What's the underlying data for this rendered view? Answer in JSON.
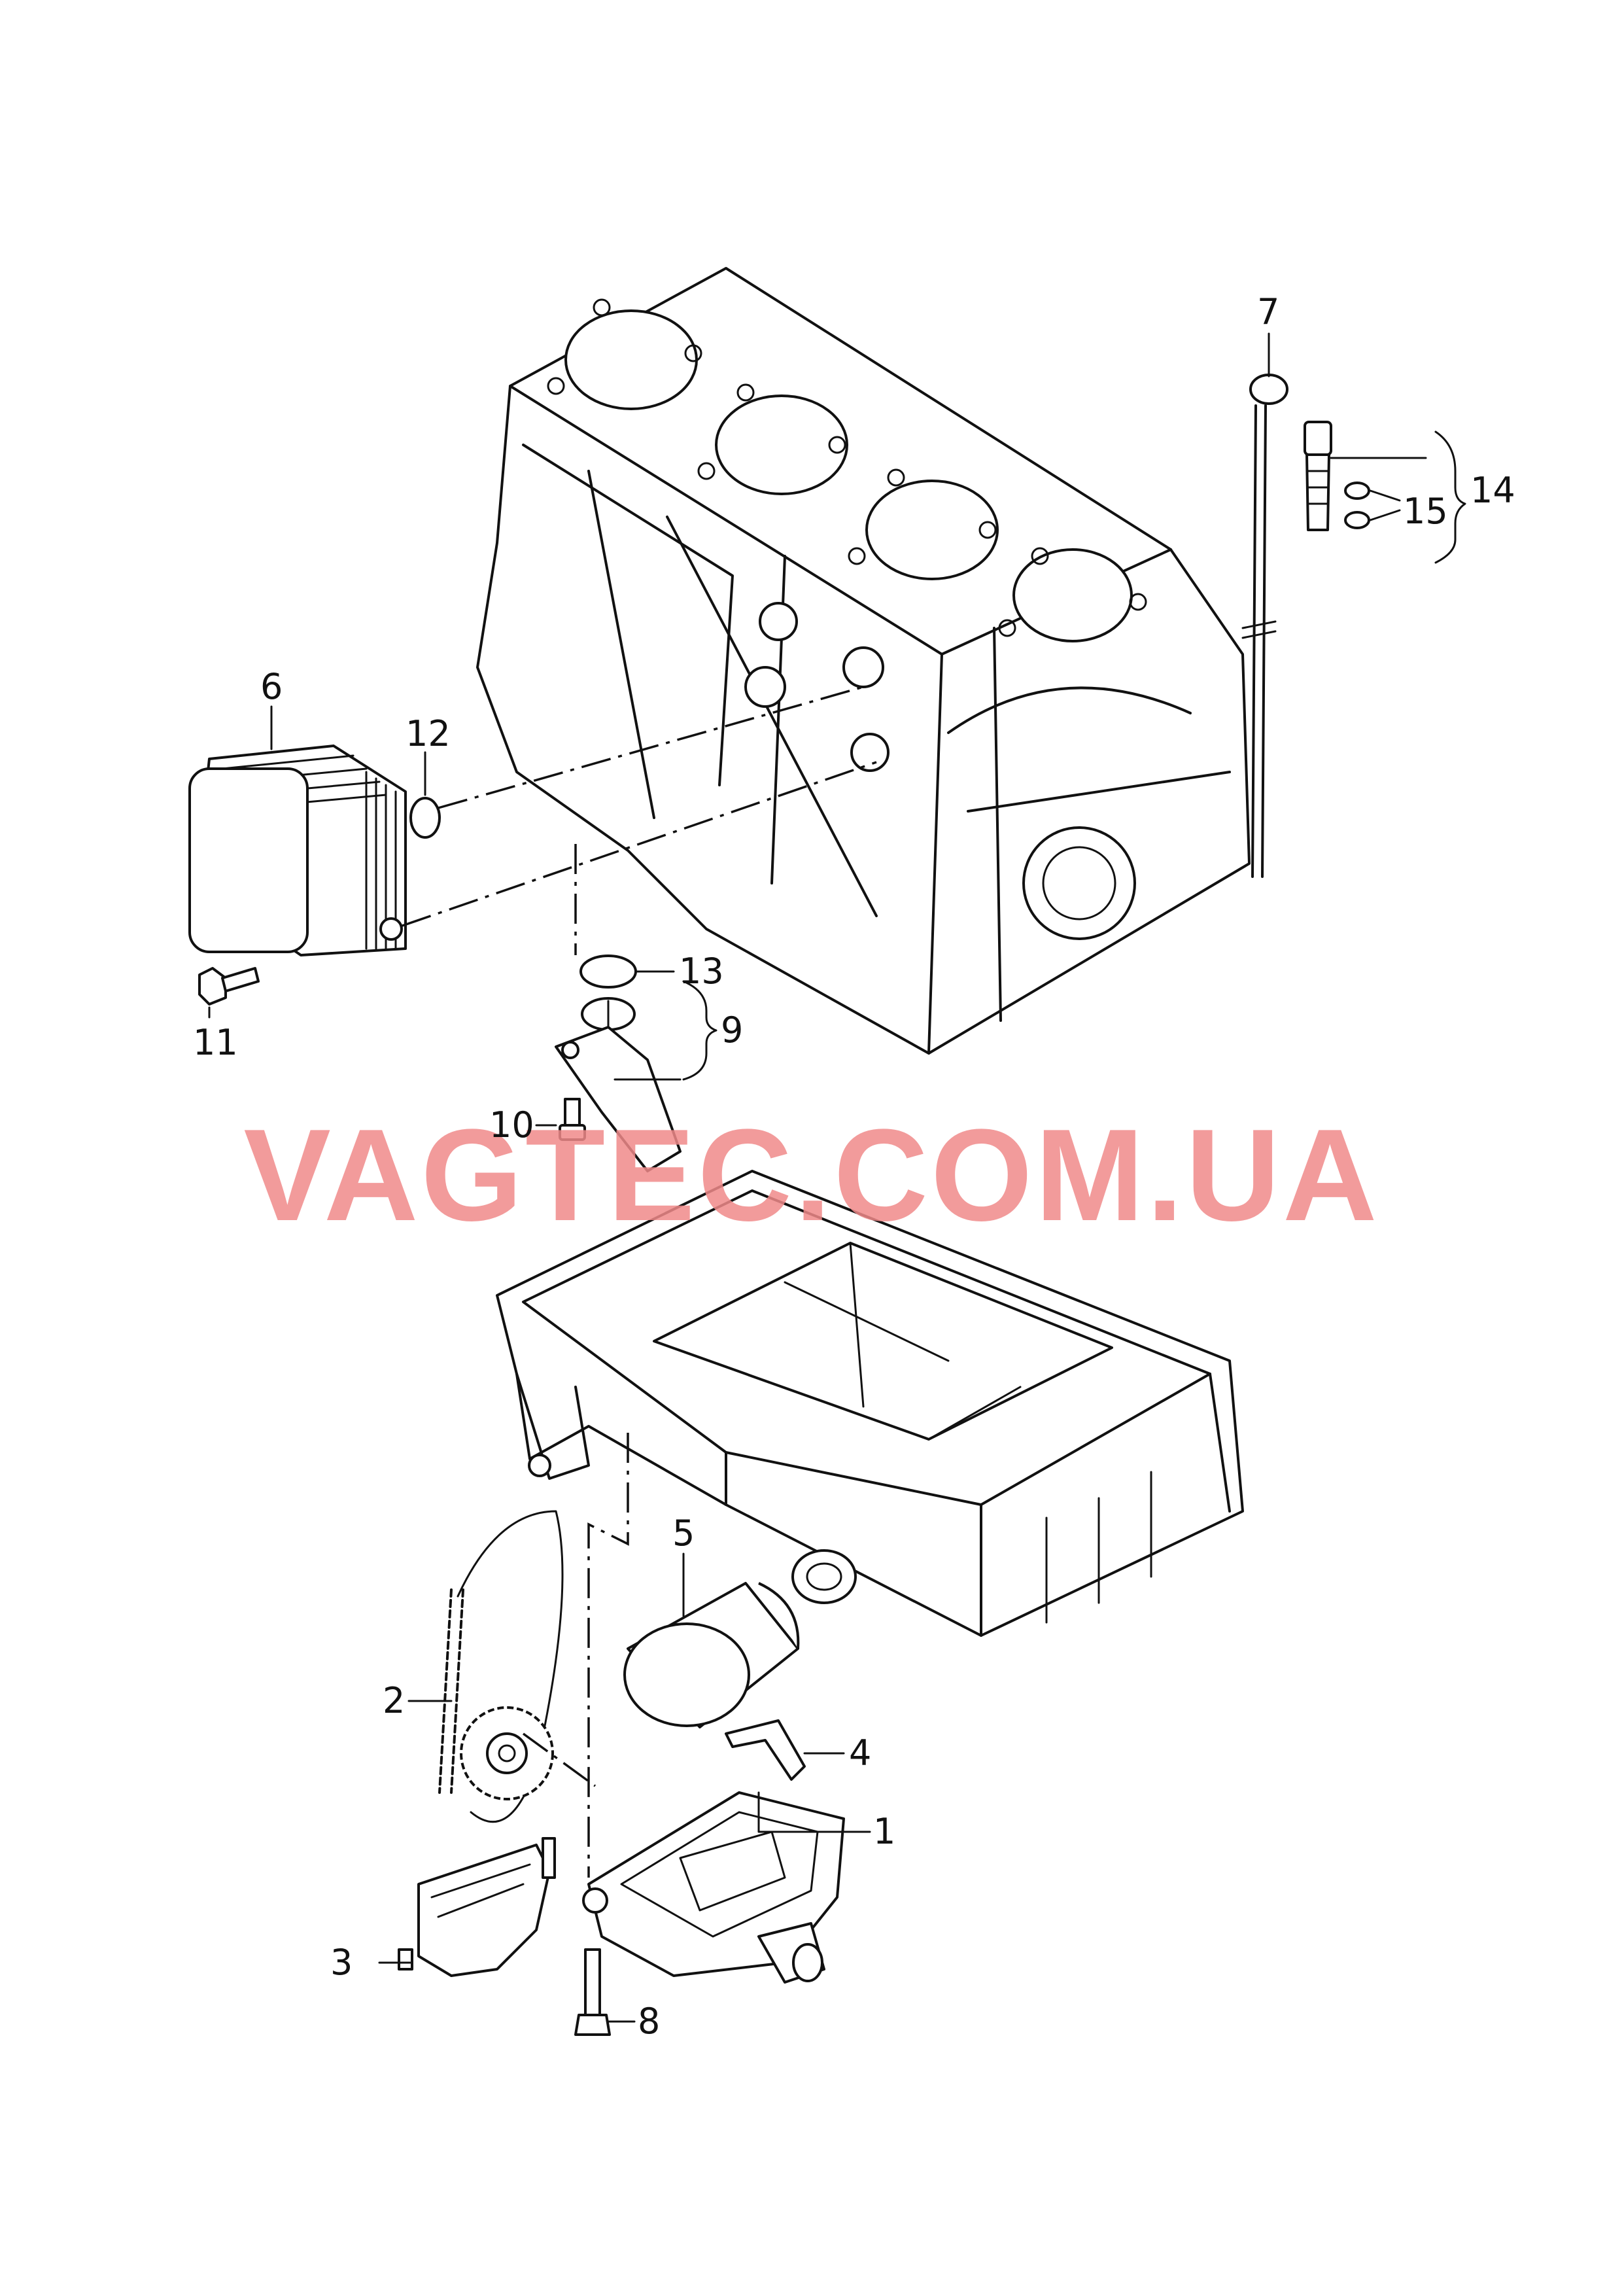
{
  "watermark": {
    "text": "VAGTEC.COM.UA",
    "color": "#f08a8a"
  },
  "callouts": [
    "1",
    "2",
    "3",
    "4",
    "5",
    "6",
    "7",
    "8",
    "9",
    "10",
    "11",
    "12",
    "13",
    "14",
    "15"
  ],
  "colors": {
    "line": "#111111",
    "background": "#ffffff"
  }
}
